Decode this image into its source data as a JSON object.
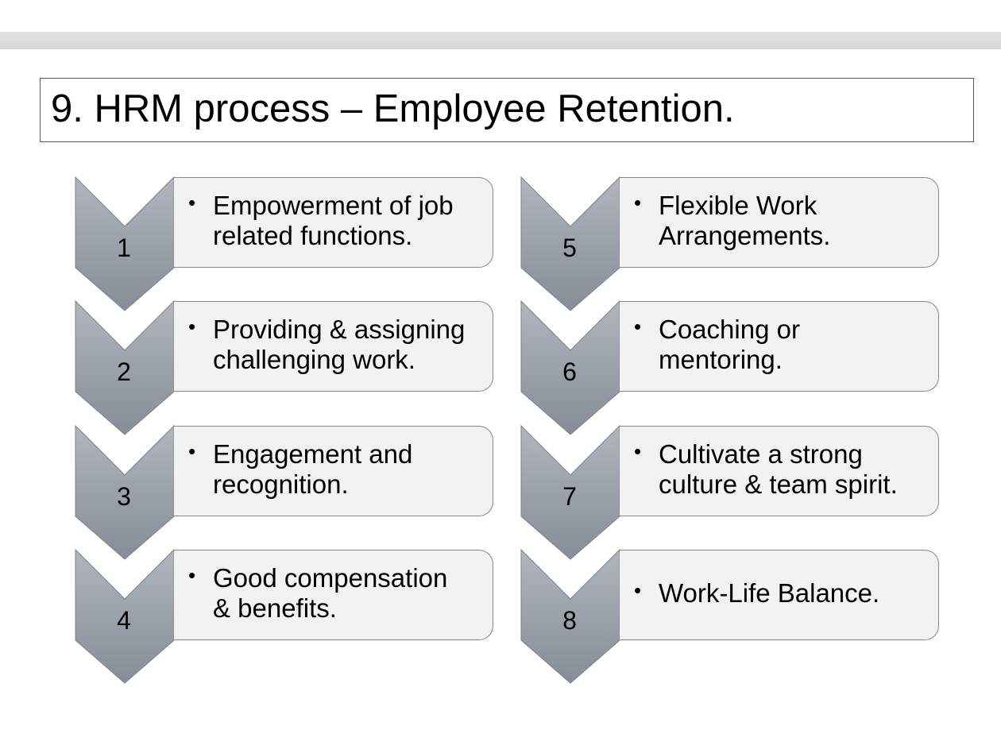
{
  "title": "9. HRM process – Employee Retention.",
  "bullet_glyph": "•",
  "steps": [
    {
      "number": "1",
      "text": "Empowerment of job\nrelated functions."
    },
    {
      "number": "2",
      "text": "Providing & assigning\nchallenging work."
    },
    {
      "number": "3",
      "text": "Engagement and\nrecognition."
    },
    {
      "number": "4",
      "text": "Good compensation\n& benefits."
    },
    {
      "number": "5",
      "text": "Flexible Work\nArrangements."
    },
    {
      "number": "6",
      "text": "Coaching or\nmentoring."
    },
    {
      "number": "7",
      "text": "Cultivate a strong\nculture & team spirit."
    },
    {
      "number": "8",
      "text": "Work-Life Balance."
    }
  ],
  "colors": {
    "chevron_light": "#b1b6bd",
    "chevron_dark": "#868d96",
    "chevron_border": "#7b838c",
    "card_fill": "#f2f2f2",
    "card_border": "#7e8a95",
    "title_border": "#4a5a6a"
  }
}
